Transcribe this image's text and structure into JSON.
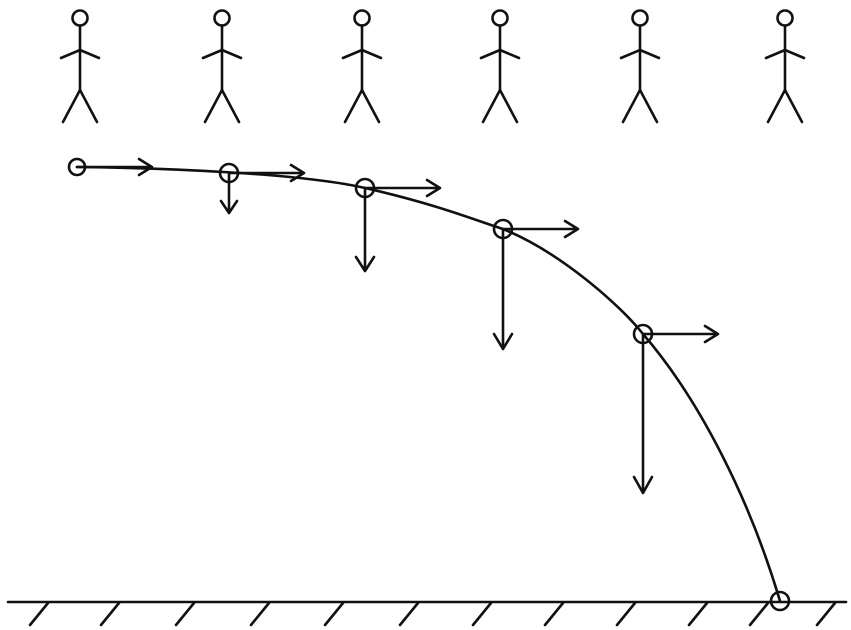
{
  "diagram": {
    "kind": "projectile-motion",
    "observers_count": 6,
    "ball_positions_count": 6,
    "colors": {
      "ink": "#111111",
      "background": "#ffffff"
    }
  }
}
